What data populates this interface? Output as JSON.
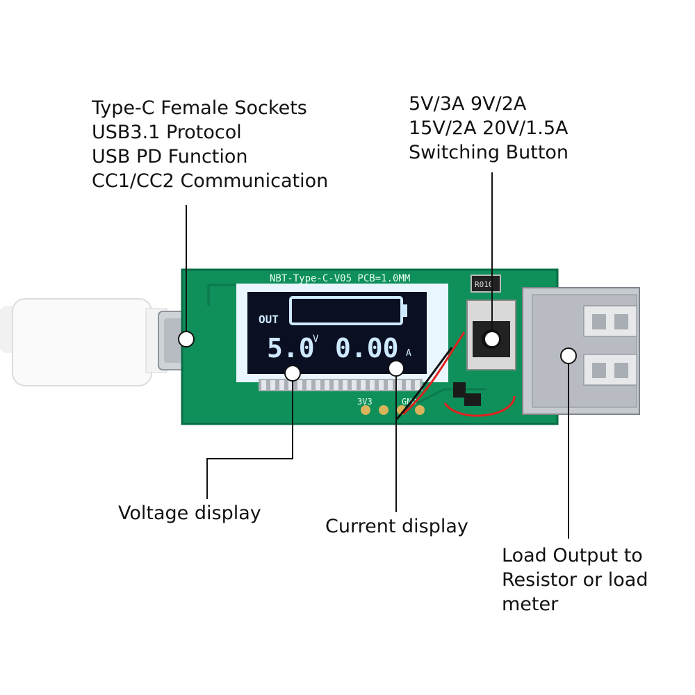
{
  "callouts": {
    "typec": {
      "lines": [
        "Type-C Female Sockets",
        "USB3.1 Protocol",
        "USB PD Function",
        "CC1/CC2 Communication"
      ]
    },
    "switch_button": {
      "lines": [
        "5V/3A 9V/2A",
        "15V/2A 20V/1.5A",
        "Switching Button"
      ]
    },
    "voltage": {
      "lines": [
        "Voltage display"
      ]
    },
    "current": {
      "lines": [
        "Current display"
      ]
    },
    "load": {
      "lines": [
        "Load Output to",
        "Resistor or load",
        "meter"
      ]
    }
  },
  "board": {
    "silkscreen": "NBT-Type-C-V05  PCB=1.0MM",
    "resistor_code": "R010",
    "pin_3v3": "3V3",
    "pin_gnd": "GND"
  },
  "lcd": {
    "mode": "OUT",
    "voltage": "5.0",
    "voltage_unit": "V",
    "current": "0.00",
    "current_unit": "A"
  },
  "colors": {
    "pcb": "#0f8f5a",
    "lcd_bg": "#0a0f22",
    "lcd_glow": "#cfe9ff",
    "marker": "#ffffff"
  }
}
